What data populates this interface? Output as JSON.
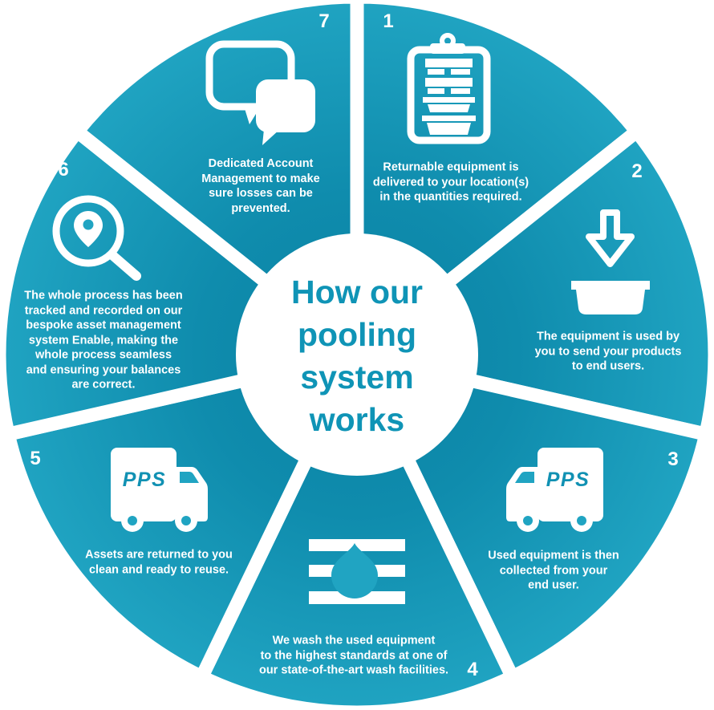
{
  "title": {
    "lines": [
      "How our",
      "pooling",
      "system",
      "works"
    ]
  },
  "colors": {
    "accent": "#0f94b6",
    "wedge_inner": "#0c81a3",
    "wedge_outer": "#20a4c2",
    "text_on_wedge": "#ffffff"
  },
  "segments": [
    {
      "number": "1",
      "icon": "clipboard-stacked-crates-icon",
      "lines": [
        "Returnable equipment is",
        "delivered to your location(s)",
        "in the quantities required."
      ]
    },
    {
      "number": "2",
      "icon": "arrow-into-tray-icon",
      "lines": [
        "The equipment is used by",
        "you to send your products",
        "to end users."
      ]
    },
    {
      "number": "3",
      "icon": "pps-truck-icon",
      "truck_label": "PPS",
      "lines": [
        "Used equipment is then",
        "collected from your",
        "end user."
      ]
    },
    {
      "number": "4",
      "icon": "wash-facility-icon",
      "lines": [
        "We wash the used equipment",
        "to the highest standards at one of",
        "our state-of-the-art wash facilities."
      ]
    },
    {
      "number": "5",
      "icon": "pps-truck-icon",
      "truck_label": "PPS",
      "lines": [
        "Assets are returned to you",
        "clean and ready to reuse."
      ]
    },
    {
      "number": "6",
      "icon": "magnifier-location-icon",
      "lines": [
        "The whole process has been",
        "tracked and recorded on our",
        "bespoke asset management",
        "system Enable, making the",
        "whole process seamless",
        "and ensuring your balances",
        "are correct."
      ]
    },
    {
      "number": "7",
      "icon": "speech-bubbles-icon",
      "lines": [
        "Dedicated Account",
        "Management to make",
        "sure losses can be",
        "prevented."
      ]
    }
  ]
}
